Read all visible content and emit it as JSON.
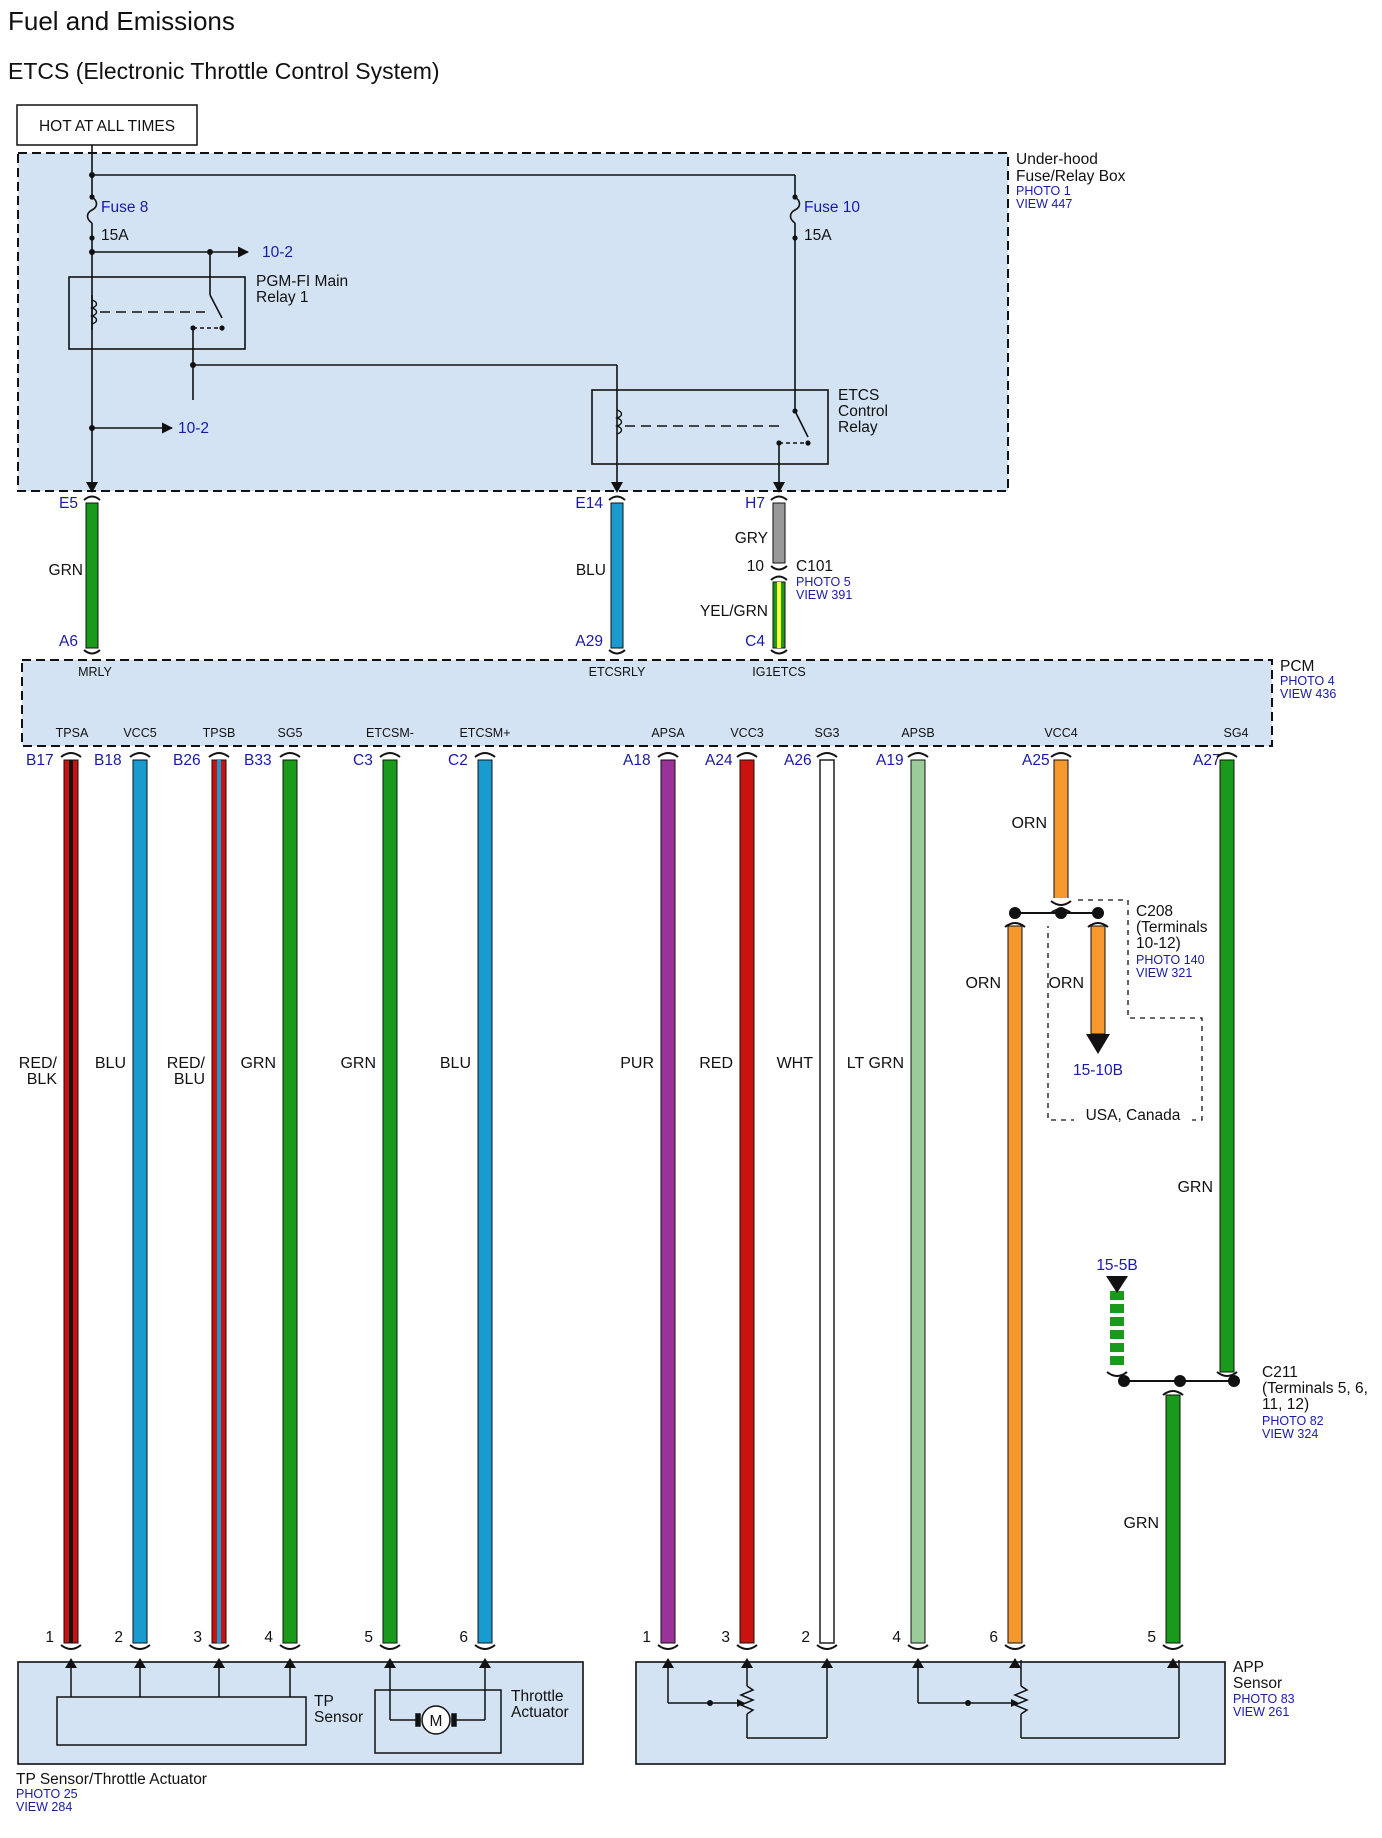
{
  "header": {
    "title": "Fuel and Emissions",
    "subtitle": "ETCS (Electronic Throttle Control System)",
    "power_label": "HOT AT ALL TIMES"
  },
  "fusebox": {
    "name_1": "Under-hood",
    "name_2": "Fuse/Relay Box",
    "photo": "PHOTO 1",
    "view": "VIEW 447",
    "fuse8": "Fuse 8",
    "fuse8_amp": "15A",
    "fuse10": "Fuse 10",
    "fuse10_amp": "15A",
    "ref_top": "10-2",
    "ref_mid": "10-2",
    "relay1_1": "PGM-FI Main",
    "relay1_2": "Relay 1",
    "relay2_1": "ETCS",
    "relay2_2": "Control",
    "relay2_3": "Relay"
  },
  "upper_wires": [
    {
      "top_pin": "E5",
      "bottom_pin": "A6",
      "color_name": "GRN",
      "pcm_label": "MRLY"
    },
    {
      "top_pin": "E14",
      "bottom_pin": "A29",
      "color_name": "BLU",
      "pcm_label": "ETCSRLY"
    },
    {
      "top_pin": "H7",
      "bottom_pin": "C4",
      "color_name_top": "GRY",
      "color_name_bottom": "YEL/GRN",
      "pcm_label": "IG1ETCS"
    }
  ],
  "c101": {
    "terminal": "10",
    "name": "C101",
    "photo": "PHOTO 5",
    "view": "VIEW 391"
  },
  "pcm": {
    "name": "PCM",
    "photo": "PHOTO 4",
    "view": "VIEW 436"
  },
  "lower_wires": [
    {
      "signal": "TPSA",
      "pin": "B17",
      "color_line1": "RED/",
      "color_line2": "BLK",
      "term": "1"
    },
    {
      "signal": "VCC5",
      "pin": "B18",
      "color_line1": "BLU",
      "term": "2"
    },
    {
      "signal": "TPSB",
      "pin": "B26",
      "color_line1": "RED/",
      "color_line2": "BLU",
      "term": "3"
    },
    {
      "signal": "SG5",
      "pin": "B33",
      "color_line1": "GRN",
      "term": "4"
    },
    {
      "signal": "ETCSM-",
      "pin": "C3",
      "color_line1": "GRN",
      "term": "5"
    },
    {
      "signal": "ETCSM+",
      "pin": "C2",
      "color_line1": "BLU",
      "term": "6"
    },
    {
      "signal": "APSA",
      "pin": "A18",
      "color_line1": "PUR",
      "term": "1"
    },
    {
      "signal": "VCC3",
      "pin": "A24",
      "color_line1": "RED",
      "term": "3"
    },
    {
      "signal": "SG3",
      "pin": "A26",
      "color_line1": "WHT",
      "term": "2"
    },
    {
      "signal": "APSB",
      "pin": "A19",
      "color_line1": "LT GRN",
      "term": "4"
    },
    {
      "signal": "VCC4",
      "pin": "A25",
      "color_line1": "ORN"
    },
    {
      "signal": "SG4",
      "pin": "A27",
      "color_line1": "GRN"
    }
  ],
  "c208": {
    "name": "C208",
    "terms_1": "(Terminals",
    "terms_2": "10-12)",
    "photo": "PHOTO 140",
    "view": "VIEW 321",
    "wire_left": "ORN",
    "wire_right": "ORN",
    "ref": "15-10B",
    "option": "USA, Canada"
  },
  "c211": {
    "name": "C211",
    "terms_1": "(Terminals 5, 6,",
    "terms_2": "11, 12)",
    "photo": "PHOTO 82",
    "view": "VIEW 324",
    "ref": "15-5B",
    "wire_upper": "GRN",
    "wire_lower": "GRN"
  },
  "app_terms": {
    "orn": "6",
    "grn": "5"
  },
  "tp_sensor": {
    "sensor_1": "TP",
    "sensor_2": "Sensor",
    "actuator_1": "Throttle",
    "actuator_2": "Actuator",
    "motor": "M",
    "name": "TP Sensor/Throttle Actuator",
    "photo": "PHOTO 25",
    "view": "VIEW 284"
  },
  "app_sensor": {
    "name_1": "APP",
    "name_2": "Sensor",
    "photo": "PHOTO 83",
    "view": "VIEW 261"
  },
  "colors": {
    "green": "#1a9a1a",
    "blue": "#1a9bd0",
    "red": "#cc1111",
    "purple": "#993399",
    "orange": "#f7982e",
    "light_green": "#99cc99",
    "gray": "#999999",
    "yellow": "#ffff33",
    "panel_fill": "#d4e3f4"
  }
}
